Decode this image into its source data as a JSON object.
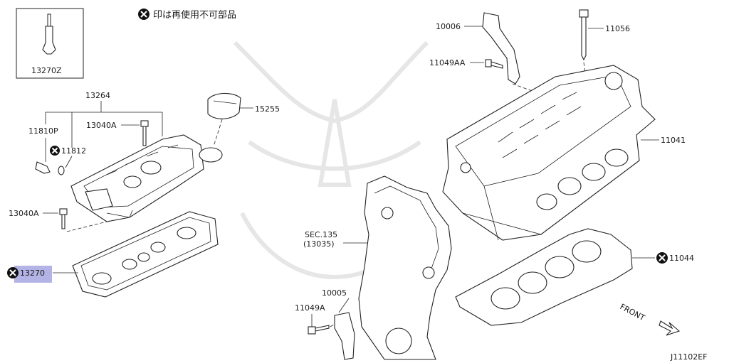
{
  "note": {
    "text": "印は再使用不可部品"
  },
  "callouts": {
    "p13270z": "13270Z",
    "p13264": "13264",
    "p11810p": "11810P",
    "p13040a_top": "13040A",
    "p11812": "11812",
    "p13040a_left": "13040A",
    "p13270": "13270",
    "p15255": "15255",
    "p10006": "10006",
    "p11056": "11056",
    "p11049aa": "11049AA",
    "p11041": "11041",
    "sec_line1": "SEC.135",
    "sec_line2": "(13035)",
    "p11044": "11044",
    "p10005": "10005",
    "p11049a": "11049A"
  },
  "front_label": "FRONT",
  "diagram_code": "J11102EF",
  "colors": {
    "highlight": "#b3b3e6",
    "ink": "#222222",
    "watermark": "#e6e6e6"
  },
  "icons": {
    "non_reusable": "x-circle-icon",
    "front_arrow": "front-arrow-icon"
  }
}
